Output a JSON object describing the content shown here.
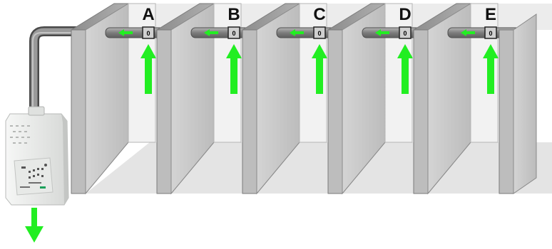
{
  "compartments": [
    {
      "label": "A",
      "valve_label": "0",
      "status_color": "#e8555c"
    },
    {
      "label": "B",
      "valve_label": "0",
      "status_color": "#e8555c"
    },
    {
      "label": "C",
      "valve_label": "0",
      "status_color": "#e8555c"
    },
    {
      "label": "D",
      "valve_label": "0",
      "status_color": "#e8555c"
    },
    {
      "label": "E",
      "valve_label": "0",
      "status_color": "#e8555c"
    }
  ],
  "colors": {
    "airflow_arrow": "#22ee22",
    "panel_face": "#c8c8c8",
    "panel_side": "#9e9e9e",
    "floor": "#e2e2e2",
    "pipe": "#8a8a8a",
    "detector_body": "#eef0ee"
  },
  "icons": {
    "airflow": "arrow-up-icon",
    "pipe_flow": "arrow-left-icon",
    "exhaust": "arrow-down-icon"
  }
}
